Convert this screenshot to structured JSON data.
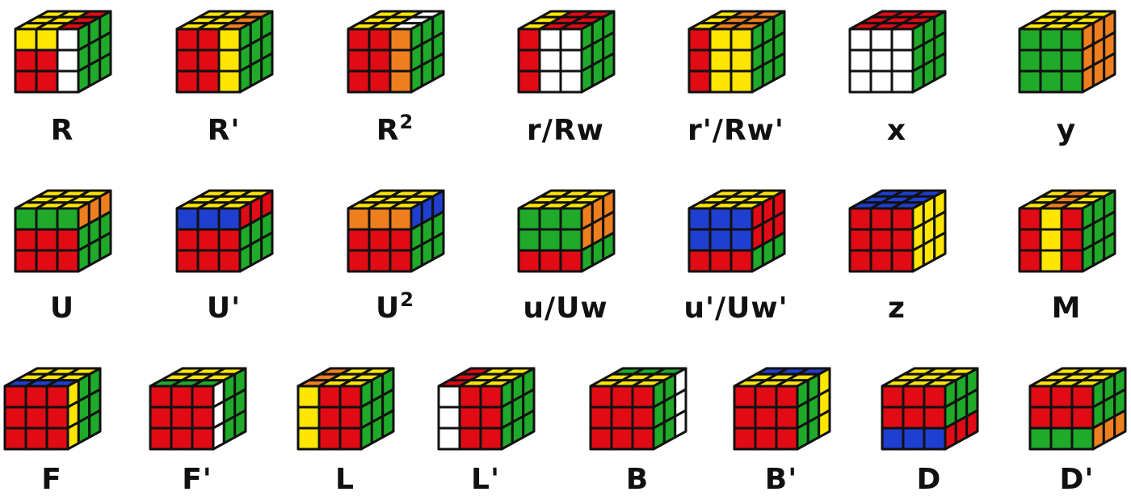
{
  "colors": {
    "W": "#ffffff",
    "Y": "#ffe600",
    "R": "#e00b14",
    "O": "#ee7f1e",
    "B": "#1f3fd0",
    "G": "#1faa29",
    "edge": "#111111"
  },
  "rows": [
    {
      "moves": [
        {
          "base": "R",
          "sup": "",
          "top": [
            "Y",
            "Y",
            "R",
            "Y",
            "Y",
            "R",
            "Y",
            "Y",
            "R"
          ],
          "front": [
            "Y",
            "Y",
            "W",
            "R",
            "R",
            "W",
            "R",
            "R",
            "W"
          ],
          "right": [
            "G",
            "G",
            "G",
            "G",
            "G",
            "G",
            "G",
            "G",
            "G"
          ]
        },
        {
          "base": "R'",
          "sup": "",
          "top": [
            "Y",
            "Y",
            "O",
            "Y",
            "Y",
            "O",
            "Y",
            "Y",
            "O"
          ],
          "front": [
            "R",
            "R",
            "Y",
            "R",
            "R",
            "Y",
            "R",
            "R",
            "Y"
          ],
          "right": [
            "G",
            "G",
            "G",
            "G",
            "G",
            "G",
            "G",
            "G",
            "G"
          ]
        },
        {
          "base": "R",
          "sup": "2",
          "top": [
            "Y",
            "Y",
            "W",
            "Y",
            "Y",
            "W",
            "Y",
            "Y",
            "W"
          ],
          "front": [
            "R",
            "R",
            "O",
            "R",
            "R",
            "O",
            "R",
            "R",
            "O"
          ],
          "right": [
            "G",
            "G",
            "G",
            "G",
            "G",
            "G",
            "G",
            "G",
            "G"
          ]
        },
        {
          "base": "r/Rw",
          "sup": "",
          "top": [
            "Y",
            "R",
            "R",
            "Y",
            "R",
            "R",
            "Y",
            "R",
            "R"
          ],
          "front": [
            "R",
            "W",
            "W",
            "R",
            "W",
            "W",
            "R",
            "W",
            "W"
          ],
          "right": [
            "G",
            "G",
            "G",
            "G",
            "G",
            "G",
            "G",
            "G",
            "G"
          ]
        },
        {
          "base": "r'/Rw'",
          "sup": "",
          "top": [
            "Y",
            "O",
            "O",
            "Y",
            "O",
            "O",
            "Y",
            "O",
            "O"
          ],
          "front": [
            "R",
            "Y",
            "Y",
            "R",
            "Y",
            "Y",
            "R",
            "Y",
            "Y"
          ],
          "right": [
            "G",
            "G",
            "G",
            "G",
            "G",
            "G",
            "G",
            "G",
            "G"
          ]
        },
        {
          "base": "x",
          "sup": "",
          "top": [
            "R",
            "R",
            "R",
            "R",
            "R",
            "R",
            "R",
            "R",
            "R"
          ],
          "front": [
            "W",
            "W",
            "W",
            "W",
            "W",
            "W",
            "W",
            "W",
            "W"
          ],
          "right": [
            "G",
            "G",
            "G",
            "G",
            "G",
            "G",
            "G",
            "G",
            "G"
          ]
        },
        {
          "base": "y",
          "sup": "",
          "top": [
            "Y",
            "Y",
            "Y",
            "Y",
            "Y",
            "Y",
            "Y",
            "Y",
            "Y"
          ],
          "front": [
            "G",
            "G",
            "G",
            "G",
            "G",
            "G",
            "G",
            "G",
            "G"
          ],
          "right": [
            "O",
            "O",
            "O",
            "O",
            "O",
            "O",
            "O",
            "O",
            "O"
          ]
        }
      ]
    },
    {
      "moves": [
        {
          "base": "U",
          "sup": "",
          "top": [
            "Y",
            "Y",
            "Y",
            "Y",
            "Y",
            "Y",
            "Y",
            "Y",
            "Y"
          ],
          "front": [
            "G",
            "G",
            "G",
            "R",
            "R",
            "R",
            "R",
            "R",
            "R"
          ],
          "right": [
            "O",
            "O",
            "O",
            "G",
            "G",
            "G",
            "G",
            "G",
            "G"
          ]
        },
        {
          "base": "U'",
          "sup": "",
          "top": [
            "Y",
            "Y",
            "Y",
            "Y",
            "Y",
            "Y",
            "Y",
            "Y",
            "Y"
          ],
          "front": [
            "B",
            "B",
            "B",
            "R",
            "R",
            "R",
            "R",
            "R",
            "R"
          ],
          "right": [
            "R",
            "R",
            "R",
            "G",
            "G",
            "G",
            "G",
            "G",
            "G"
          ]
        },
        {
          "base": "U",
          "sup": "2",
          "top": [
            "Y",
            "Y",
            "Y",
            "Y",
            "Y",
            "Y",
            "Y",
            "Y",
            "Y"
          ],
          "front": [
            "O",
            "O",
            "O",
            "R",
            "R",
            "R",
            "R",
            "R",
            "R"
          ],
          "right": [
            "B",
            "B",
            "B",
            "G",
            "G",
            "G",
            "G",
            "G",
            "G"
          ]
        },
        {
          "base": "u/Uw",
          "sup": "",
          "top": [
            "Y",
            "Y",
            "Y",
            "Y",
            "Y",
            "Y",
            "Y",
            "Y",
            "Y"
          ],
          "front": [
            "G",
            "G",
            "G",
            "G",
            "G",
            "G",
            "R",
            "R",
            "R"
          ],
          "right": [
            "O",
            "O",
            "O",
            "O",
            "O",
            "O",
            "G",
            "G",
            "G"
          ]
        },
        {
          "base": "u'/Uw'",
          "sup": "",
          "top": [
            "Y",
            "Y",
            "Y",
            "Y",
            "Y",
            "Y",
            "Y",
            "Y",
            "Y"
          ],
          "front": [
            "B",
            "B",
            "B",
            "B",
            "B",
            "B",
            "R",
            "R",
            "R"
          ],
          "right": [
            "R",
            "R",
            "R",
            "R",
            "R",
            "R",
            "G",
            "G",
            "G"
          ]
        },
        {
          "base": "z",
          "sup": "",
          "top": [
            "B",
            "B",
            "B",
            "B",
            "B",
            "B",
            "B",
            "B",
            "B"
          ],
          "front": [
            "R",
            "R",
            "R",
            "R",
            "R",
            "R",
            "R",
            "R",
            "R"
          ],
          "right": [
            "Y",
            "Y",
            "Y",
            "Y",
            "Y",
            "Y",
            "Y",
            "Y",
            "Y"
          ]
        },
        {
          "base": "M",
          "sup": "",
          "top": [
            "Y",
            "O",
            "Y",
            "Y",
            "O",
            "Y",
            "Y",
            "O",
            "Y"
          ],
          "front": [
            "R",
            "Y",
            "R",
            "R",
            "Y",
            "R",
            "R",
            "Y",
            "R"
          ],
          "right": [
            "G",
            "G",
            "G",
            "G",
            "G",
            "G",
            "G",
            "G",
            "G"
          ]
        }
      ]
    },
    {
      "moves": [
        {
          "base": "F",
          "sup": "",
          "top": [
            "Y",
            "Y",
            "Y",
            "Y",
            "Y",
            "Y",
            "B",
            "B",
            "B"
          ],
          "front": [
            "R",
            "R",
            "R",
            "R",
            "R",
            "R",
            "R",
            "R",
            "R"
          ],
          "right": [
            "Y",
            "G",
            "G",
            "Y",
            "G",
            "G",
            "Y",
            "G",
            "G"
          ]
        },
        {
          "base": "F'",
          "sup": "",
          "top": [
            "Y",
            "Y",
            "Y",
            "Y",
            "Y",
            "Y",
            "G",
            "G",
            "G"
          ],
          "front": [
            "R",
            "R",
            "R",
            "R",
            "R",
            "R",
            "R",
            "R",
            "R"
          ],
          "right": [
            "W",
            "G",
            "G",
            "W",
            "G",
            "G",
            "W",
            "G",
            "G"
          ]
        },
        {
          "base": "L",
          "sup": "",
          "top": [
            "O",
            "Y",
            "Y",
            "O",
            "Y",
            "Y",
            "O",
            "Y",
            "Y"
          ],
          "front": [
            "Y",
            "R",
            "R",
            "Y",
            "R",
            "R",
            "Y",
            "R",
            "R"
          ],
          "right": [
            "G",
            "G",
            "G",
            "G",
            "G",
            "G",
            "G",
            "G",
            "G"
          ]
        },
        {
          "base": "L'",
          "sup": "",
          "top": [
            "R",
            "Y",
            "Y",
            "R",
            "Y",
            "Y",
            "R",
            "Y",
            "Y"
          ],
          "front": [
            "W",
            "R",
            "R",
            "W",
            "R",
            "R",
            "W",
            "R",
            "R"
          ],
          "right": [
            "G",
            "G",
            "G",
            "G",
            "G",
            "G",
            "G",
            "G",
            "G"
          ]
        },
        {
          "base": "B",
          "sup": "",
          "top": [
            "G",
            "G",
            "G",
            "Y",
            "Y",
            "Y",
            "Y",
            "Y",
            "Y"
          ],
          "front": [
            "R",
            "R",
            "R",
            "R",
            "R",
            "R",
            "R",
            "R",
            "R"
          ],
          "right": [
            "G",
            "G",
            "W",
            "G",
            "G",
            "W",
            "G",
            "G",
            "W"
          ]
        },
        {
          "base": "B'",
          "sup": "",
          "top": [
            "B",
            "B",
            "B",
            "Y",
            "Y",
            "Y",
            "Y",
            "Y",
            "Y"
          ],
          "front": [
            "R",
            "R",
            "R",
            "R",
            "R",
            "R",
            "R",
            "R",
            "R"
          ],
          "right": [
            "G",
            "G",
            "Y",
            "G",
            "G",
            "Y",
            "G",
            "G",
            "Y"
          ]
        },
        {
          "base": "D",
          "sup": "",
          "top": [
            "Y",
            "Y",
            "Y",
            "Y",
            "Y",
            "Y",
            "Y",
            "Y",
            "Y"
          ],
          "front": [
            "R",
            "R",
            "R",
            "R",
            "R",
            "R",
            "B",
            "B",
            "B"
          ],
          "right": [
            "G",
            "G",
            "G",
            "G",
            "G",
            "G",
            "R",
            "R",
            "R"
          ]
        },
        {
          "base": "D'",
          "sup": "",
          "top": [
            "Y",
            "Y",
            "Y",
            "Y",
            "Y",
            "Y",
            "Y",
            "Y",
            "Y"
          ],
          "front": [
            "R",
            "R",
            "R",
            "R",
            "R",
            "R",
            "G",
            "G",
            "G"
          ],
          "right": [
            "G",
            "G",
            "G",
            "G",
            "G",
            "G",
            "O",
            "O",
            "O"
          ]
        }
      ]
    }
  ]
}
